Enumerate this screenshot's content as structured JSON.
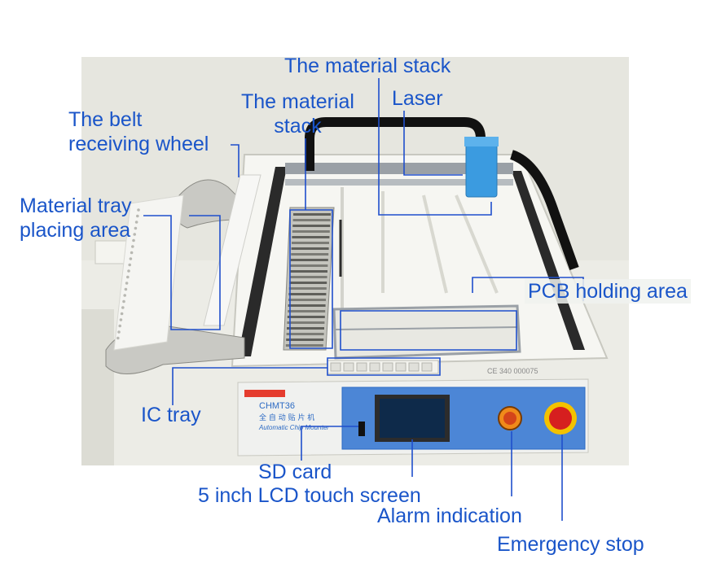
{
  "colors": {
    "label": "#1a55c9",
    "leader": "#1f4fcc",
    "panel": "#2d6bc4",
    "screen": "#0e2a4a"
  },
  "labels": {
    "material_stack_top": "The material stack",
    "laser": "Laser",
    "material_stack_left": [
      "The material",
      "stack"
    ],
    "belt_wheel": [
      "The belt",
      "receiving wheel"
    ],
    "tray_area": [
      "Material tray",
      "placing area"
    ],
    "pcb_area": "PCB holding area",
    "ic_tray": "IC tray",
    "sd_card": "SD card",
    "lcd": "5 inch LCD touch screen",
    "alarm": "Alarm indication",
    "emergency": "Emergency stop"
  },
  "machine_text": {
    "model": "CHMT36",
    "chinese": "全 自 动 贴 片 机",
    "subtitle": "Automatic Chip Mounter",
    "serial": "CE 340 000075"
  },
  "icons": {
    "alarm_light": "orange-indicator-icon",
    "emergency_button": "red-mushroom-button-icon"
  }
}
